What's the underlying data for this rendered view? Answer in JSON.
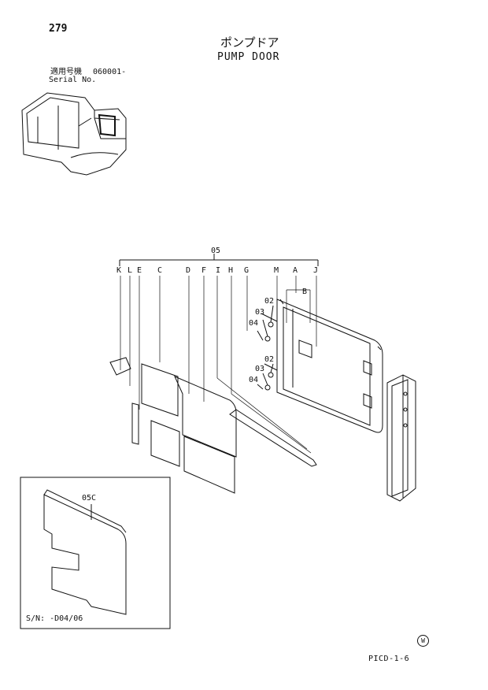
{
  "page": {
    "number": "279",
    "title_jp": "ポンプドア",
    "title_en": "PUMP DOOR",
    "serial_label_jp": "適用号機",
    "serial_label_en": "Serial No.",
    "serial_value": "060001-",
    "sn_note": "S/N: -D04/06",
    "doc_code": "PICD-1-6",
    "corner_mark": "W"
  },
  "callouts": {
    "group": "05",
    "letters": [
      "K",
      "L",
      "E",
      "C",
      "D",
      "F",
      "I",
      "H",
      "G",
      "M",
      "A",
      "J",
      "B"
    ],
    "parts": [
      "02",
      "03",
      "04",
      "02",
      "03",
      "04"
    ],
    "inset": "05C"
  }
}
